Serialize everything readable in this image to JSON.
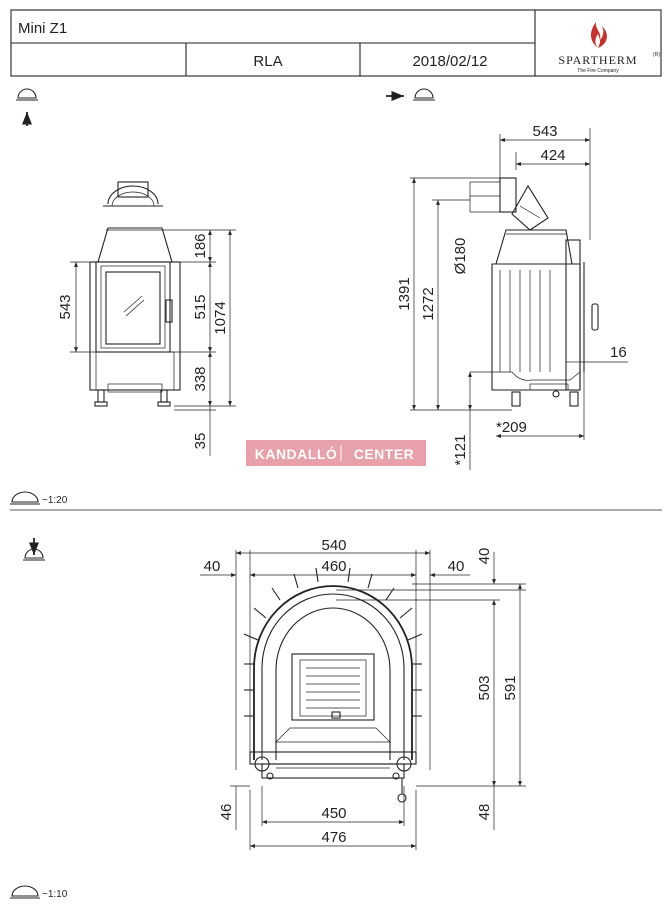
{
  "title_block": {
    "model": "Mini Z1",
    "variant": "RLA",
    "date": "2018/02/12",
    "brand": "SPARTHERM",
    "brand_tagline": "The Fire Company",
    "brand_mark": "(R)"
  },
  "watermark": {
    "text_left": "KANDALLÓ",
    "text_right": "CENTER",
    "color": "#e8a0aa"
  },
  "front_view": {
    "dims": {
      "top_section": "186",
      "glass_height": "515",
      "bottom_section": "338",
      "total_height": "1074",
      "feet": "35",
      "door_height": "543"
    }
  },
  "side_view": {
    "dims": {
      "depth_total": "543",
      "depth_body": "424",
      "total_height": "1391",
      "body_height": "1272",
      "flue": "Ø180",
      "frame": "16",
      "rear_offset": "*209",
      "foot_height": "*121"
    }
  },
  "plan_view": {
    "dims": {
      "outer_width": "540",
      "inner_width": "460",
      "left_margin": "40",
      "right_margin": "40",
      "top_margin": "40",
      "inner_depth": "503",
      "outer_depth": "591",
      "front_opening": "450",
      "front_width": "476",
      "left_foot": "46",
      "right_foot": "48"
    }
  },
  "scales": {
    "upper": "~1:20",
    "lower": "~1:10"
  },
  "colors": {
    "brand_red": "#c8312b",
    "line": "#222222"
  }
}
